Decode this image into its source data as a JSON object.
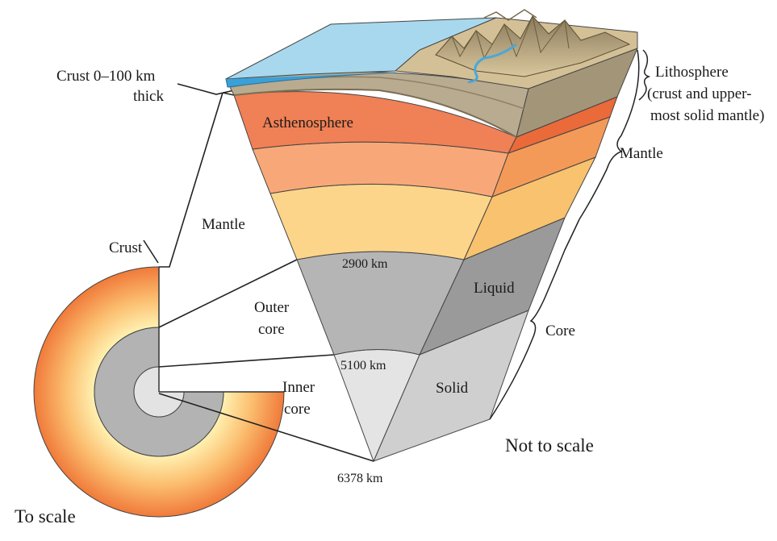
{
  "labels": {
    "crust_thickness_line1": "Crust 0–100 km",
    "crust_thickness_line2": "thick",
    "lithosphere_line1": "Lithosphere",
    "lithosphere_line2": "(crust and upper-",
    "lithosphere_line3": "most solid mantle)",
    "asthenosphere": "Asthenosphere",
    "mantle_right": "Mantle",
    "mantle_left": "Mantle",
    "crust": "Crust",
    "depth_outer": "2900 km",
    "depth_inner": "5100 km",
    "depth_center": "6378 km",
    "liquid": "Liquid",
    "solid": "Solid",
    "core": "Core",
    "outer_core_line1": "Outer",
    "outer_core_line2": "core",
    "inner_core_line1": "Inner",
    "inner_core_line2": "core",
    "not_to_scale": "Not to scale",
    "to_scale": "To scale"
  },
  "colors": {
    "ocean": "#a8d8ee",
    "ocean_edge": "#3aa0d8",
    "land_top": "#c9b48a",
    "crust_band": "#b8ab90",
    "asthenosphere": "#f08055",
    "upper_mantle": "#f8a878",
    "lower_mantle": "#fdd58a",
    "outer_core": "#b5b5b5",
    "inner_core": "#e2e2e2",
    "crust_ring": "#f07a3a"
  }
}
